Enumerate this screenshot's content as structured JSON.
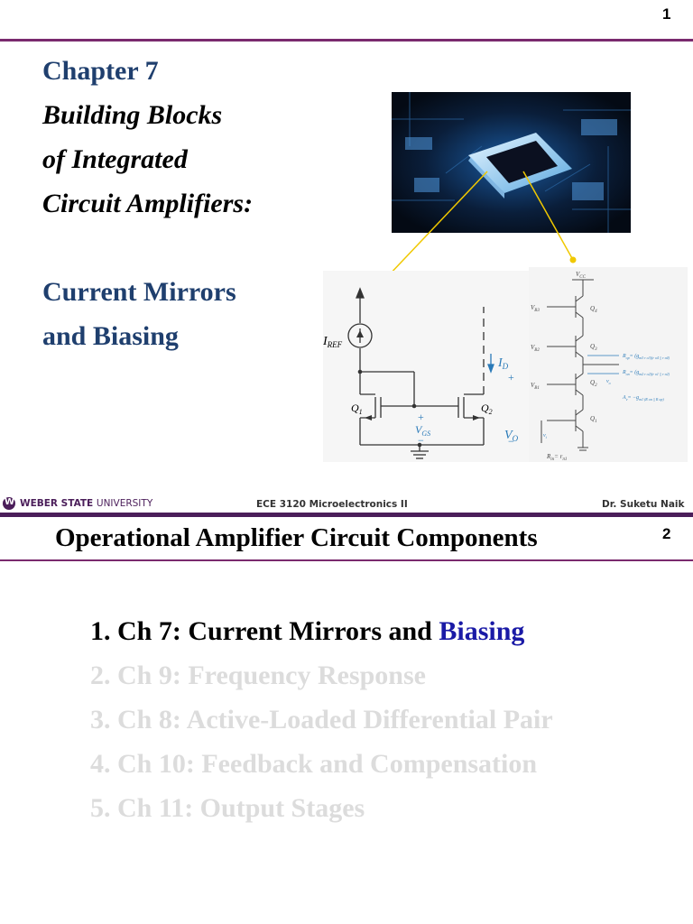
{
  "slide1": {
    "page_number": "1",
    "chapter": "Chapter 7",
    "subtitle_lines": [
      "Building Blocks",
      "of Integrated",
      "Circuit Amplifiers:"
    ],
    "topic_lines": [
      "Current Mirrors",
      "and Biasing"
    ],
    "circuit_labels": {
      "iref": "I",
      "iref_sub": "REF",
      "q1": "Q",
      "q1_sub": "1",
      "q2": "Q",
      "q2_sub": "2",
      "id": "I",
      "id_sub": "D",
      "vo": "V",
      "vo_sub": "O",
      "vgs": "V",
      "vgs_sub": "GS",
      "plus": "+",
      "minus": "−"
    },
    "cascode_labels": {
      "vcc": "V",
      "vcc_sub": "CC",
      "vb3": "V",
      "vb3_sub": "B3",
      "vb2": "V",
      "vb2_sub": "B2",
      "vb1": "V",
      "vb1_sub": "B1",
      "q4": "Q",
      "q4_sub": "4",
      "q3": "Q",
      "q3_sub": "3",
      "q2": "Q",
      "q2_sub": "2",
      "q1": "Q",
      "q1_sub": "1",
      "rop": "R",
      "rop_sub": "op",
      "rop_eq": "= (g",
      "rop_rest": "m3 r o3)(r o4 || r π4)",
      "ron": "R",
      "ron_sub": "on",
      "ron_eq": "= (g",
      "ron_rest": "m2 r o2)(r o1 || r π2)",
      "av": "A",
      "av_sub": "v",
      "av_eq": "= −g",
      "av_rest": "m1 (R on || R op)",
      "vo": "v",
      "vo_sub": "o",
      "vi": "v",
      "vi_sub": "i",
      "rin": "R",
      "rin_sub": "in",
      "rin_eq": "= r",
      "rin_rest": "π1"
    }
  },
  "footer": {
    "university_bold": "WEBER STATE",
    "university_rest": "UNIVERSITY",
    "course": "ECE 3120 Microelectronics II",
    "instructor": "Dr. Suketu Naik"
  },
  "slide2": {
    "page_number": "2",
    "title": "Operational Amplifier Circuit Components",
    "item1_prefix": "1. Ch 7: Current Mirrors and ",
    "item1_highlight": "Biasing",
    "items_faded": [
      "2. Ch 9: Frequency Response",
      "3. Ch 8: Active-Loaded Differential Pair",
      "4. Ch 10: Feedback and Compensation",
      "5. Ch 11: Output Stages"
    ]
  },
  "colors": {
    "rule": "#7a2a6e",
    "title_blue": "#1f3f6e",
    "highlight": "#1a1aa6",
    "faded": "#dcdcdc",
    "footer_bar": "#4b1e5a"
  }
}
